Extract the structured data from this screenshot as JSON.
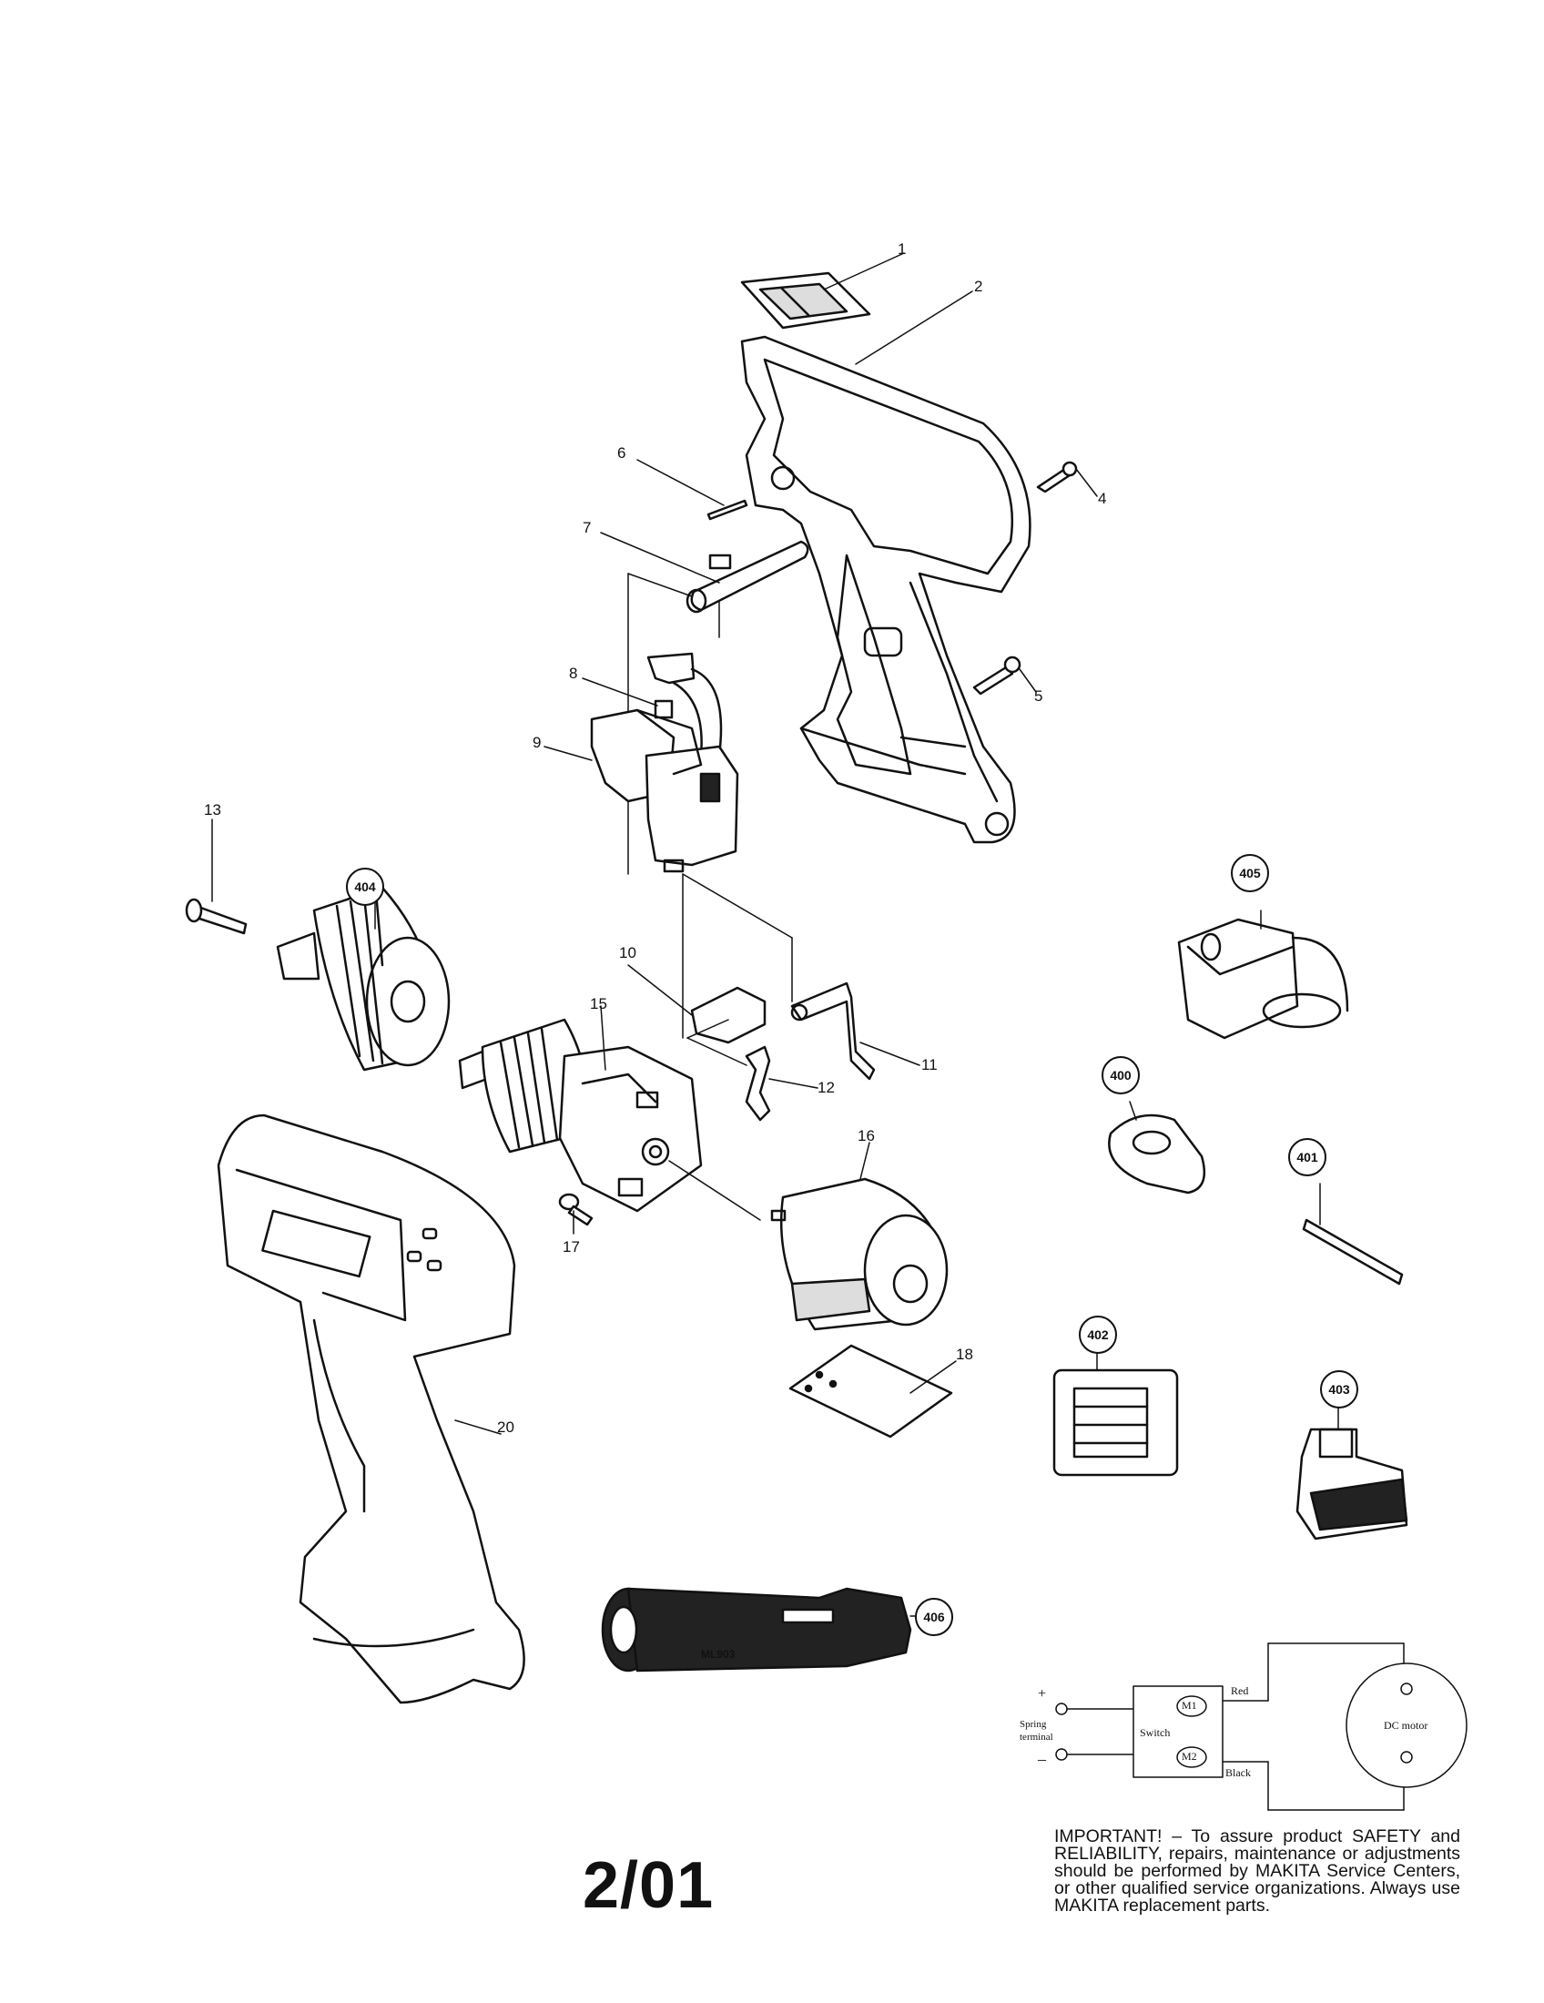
{
  "parts": [
    {
      "id": "p1",
      "label": "1"
    },
    {
      "id": "p2",
      "label": "2"
    },
    {
      "id": "p4",
      "label": "4"
    },
    {
      "id": "p5",
      "label": "5"
    },
    {
      "id": "p6",
      "label": "6"
    },
    {
      "id": "p7",
      "label": "7"
    },
    {
      "id": "p8",
      "label": "8"
    },
    {
      "id": "p9",
      "label": "9"
    },
    {
      "id": "p10",
      "label": "10"
    },
    {
      "id": "p11",
      "label": "11"
    },
    {
      "id": "p12",
      "label": "12"
    },
    {
      "id": "p13",
      "label": "13"
    },
    {
      "id": "p15",
      "label": "15"
    },
    {
      "id": "p16",
      "label": "16"
    },
    {
      "id": "p17",
      "label": "17"
    },
    {
      "id": "p18",
      "label": "18"
    },
    {
      "id": "p20",
      "label": "20"
    }
  ],
  "accessories": [
    {
      "id": "a404",
      "label": "404"
    },
    {
      "id": "a405",
      "label": "405"
    },
    {
      "id": "a400",
      "label": "400"
    },
    {
      "id": "a401",
      "label": "401"
    },
    {
      "id": "a402",
      "label": "402"
    },
    {
      "id": "a403",
      "label": "403"
    },
    {
      "id": "a406",
      "label": "406"
    }
  ],
  "flashlight_model": "ML903",
  "wiring": {
    "plus": "+",
    "minus": "–",
    "spring_terminal": "Spring terminal",
    "switch": "Switch",
    "m1": "M1",
    "m2": "M2",
    "red": "Red",
    "black": "Black",
    "motor": "DC motor"
  },
  "date_code": "2/01",
  "notice": "IMPORTANT! – To assure product SAFETY and RELIABILITY, repairs, maintenance or adjustments should be performed by MAKITA Service Centers, or other qualified service organizations. Always use MAKITA replacement parts."
}
